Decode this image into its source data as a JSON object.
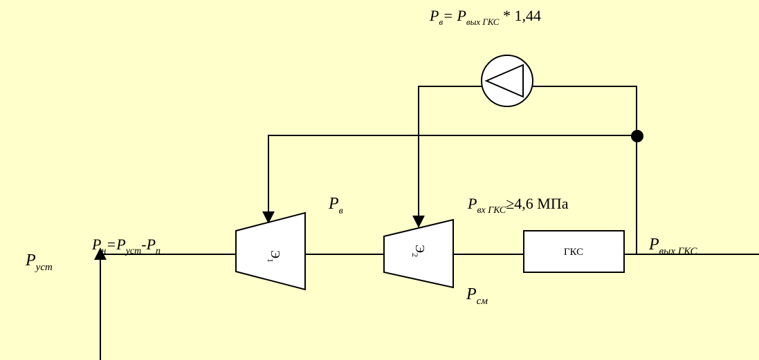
{
  "colors": {
    "background": "#ffffcc",
    "stroke": "#000000",
    "box_fill": "#ffffff"
  },
  "formula_top": {
    "p": "P",
    "sub1": "в",
    "eq": "= P",
    "sub2": "вых ГКС",
    "tail": " * 1,44"
  },
  "p_ust": {
    "p": "P",
    "sub": "уст"
  },
  "p_n": {
    "p1": "P",
    "sub1": "н",
    "eq": "=P",
    "sub2": "уст",
    "minus": "-P",
    "sub3": "п"
  },
  "p_v": {
    "p": "P",
    "sub": "в"
  },
  "p_vx": {
    "p": "P",
    "sub": "вх ГКС",
    "tail": "≥4,6 МПа"
  },
  "p_sm": {
    "p": "P",
    "sub": "см"
  },
  "p_vyx": {
    "p": "P",
    "sub": "вых ГКС"
  },
  "ejector1": {
    "label": "Э",
    "sub": "1"
  },
  "ejector2": {
    "label": "Э",
    "sub": "2"
  },
  "gks": {
    "label": "ГКС"
  },
  "pump": {
    "icon": "pump-triangle-icon"
  }
}
